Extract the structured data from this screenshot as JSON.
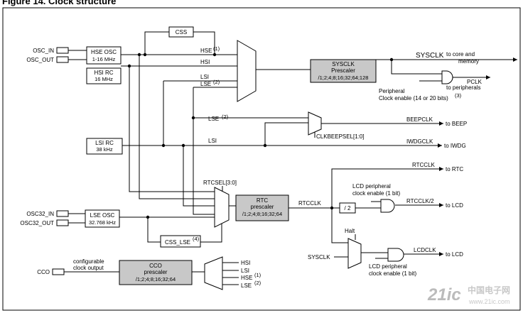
{
  "figure_title": "Figure 14.    Clock structure",
  "pins": {
    "osc_in": "OSC_IN",
    "osc_out": "OSC_OUT",
    "osc32_in": "OSC32_IN",
    "osc32_out": "OSC32_OUT",
    "cco": "CCO"
  },
  "blocks": {
    "hse_osc": [
      "HSE OSC",
      "1-16 MHz"
    ],
    "hsi_rc": [
      "HSI RC",
      "16 MHz"
    ],
    "lsi_rc": [
      "LSI RC",
      "38 kHz"
    ],
    "lse_osc": [
      "LSE OSC",
      "32.768 kHz"
    ],
    "css": "CSS",
    "css_lse": "CSS_LSE",
    "css_lse_sup": "(4)",
    "sysclk_prescaler": [
      "SYSCLK",
      "Prescaler",
      "/1;2;4;8;16;32;64;128"
    ],
    "rtc_prescaler": [
      "RTC",
      "prescaler",
      "/1;2;4;8;16;32;64"
    ],
    "cco_prescaler": [
      "CCO",
      "prescaler",
      "/1;2;4;8;16;32;64"
    ],
    "div2": "/ 2"
  },
  "signals": {
    "hse": "HSE",
    "hse_sup": "(1)",
    "hsi": "HSI",
    "lsi": "LSI",
    "lse": "LSE",
    "lse_sup": "(2)",
    "lse_mid": "LSE",
    "lse_mid_sup": "(2)",
    "lsi_mid": "LSI",
    "sysclk_out": "SYSCLK",
    "sysclk_out_dest": [
      "to core and",
      "memory"
    ],
    "pclk": "PCLK",
    "pclk_dest": "to peripherals",
    "periph_enable": [
      "Peripheral",
      "Clock enable (14 or 20 bits)"
    ],
    "periph_enable_sup": "(3)",
    "beepclk": "BEEPCLK",
    "beep_dest": "to BEEP",
    "clkbeepsel": "CLKBEEPSEL[1:0]",
    "iwdgclk": "IWDGCLK",
    "iwdg_dest": "to IWDG",
    "rtcclk_top": "RTCCLK",
    "rtc_dest": "to RTC",
    "rtcsel": "RTCSEL[3:0]",
    "rtcclk_mid": "RTCCLK",
    "lcd_enable1": [
      "LCD peripheral",
      "clock enable (1 bit)"
    ],
    "rtcclk_div2": "RTCCLK/2",
    "lcd_dest1": "to LCD",
    "halt": "Halt",
    "sysclk_in": "SYSCLK",
    "lcdclk": "LCDCLK",
    "lcd_dest2": "to LCD",
    "lcd_enable2": [
      "LCD peripheral",
      "clock enable (1 bit)"
    ],
    "cco_config": [
      "configurable",
      "clock output"
    ],
    "cco_hsi": "HSI",
    "cco_lsi": "LSI",
    "cco_hse": "HSE",
    "cco_hse_sup": "(1)",
    "cco_lse": "LSE",
    "cco_lse_sup": "(2)"
  },
  "watermark": [
    "21ic",
    "中国电子网",
    "www.21ic.com"
  ]
}
